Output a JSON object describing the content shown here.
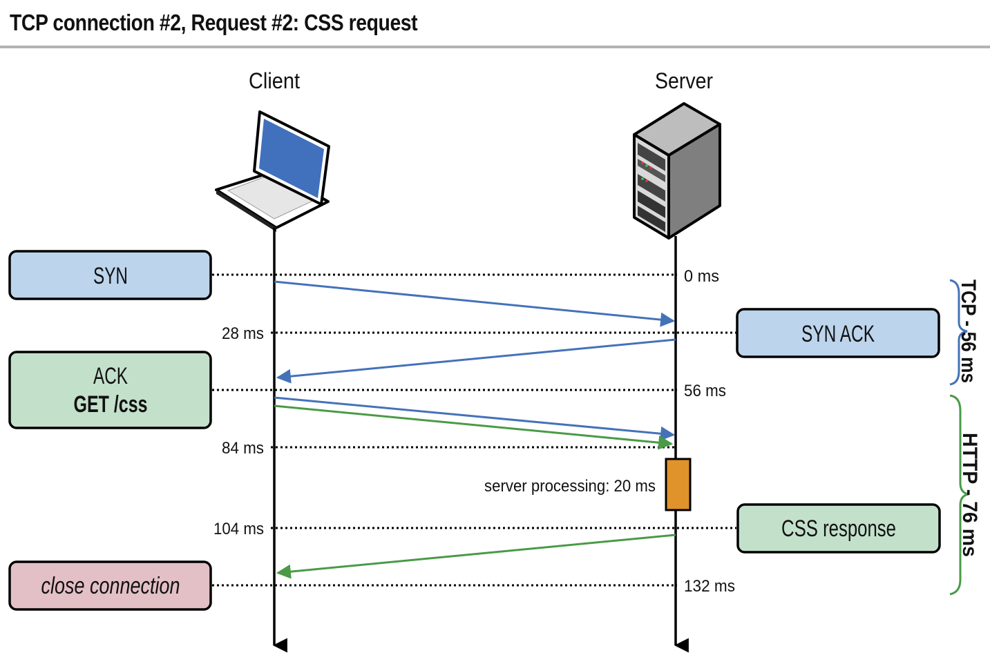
{
  "title": "TCP connection #2, Request #2: CSS request",
  "actors": {
    "client": "Client",
    "server": "Server"
  },
  "times": {
    "t0": "0 ms",
    "t28": "28 ms",
    "t56": "56 ms",
    "t84": "84 ms",
    "t104": "104 ms",
    "t132": "132 ms"
  },
  "messages": {
    "syn": "SYN",
    "syn_ack": "SYN ACK",
    "ack": "ACK",
    "get_css": "GET /css",
    "css_response": "CSS response",
    "close": "close connection"
  },
  "processing": "server processing: 20 ms",
  "phases": {
    "tcp": "TCP - 56 ms",
    "http": "HTTP - 76 ms"
  },
  "colors": {
    "tcp_arrow": "#4472b8",
    "http_arrow": "#4a9a47",
    "blue_box": "#bcd4ec",
    "green_box": "#c3e0cb",
    "red_box": "#e3bfc6",
    "processing_bar": "#e0932a",
    "http_brace": "#4a9a47",
    "tcp_brace": "#4472b8"
  }
}
